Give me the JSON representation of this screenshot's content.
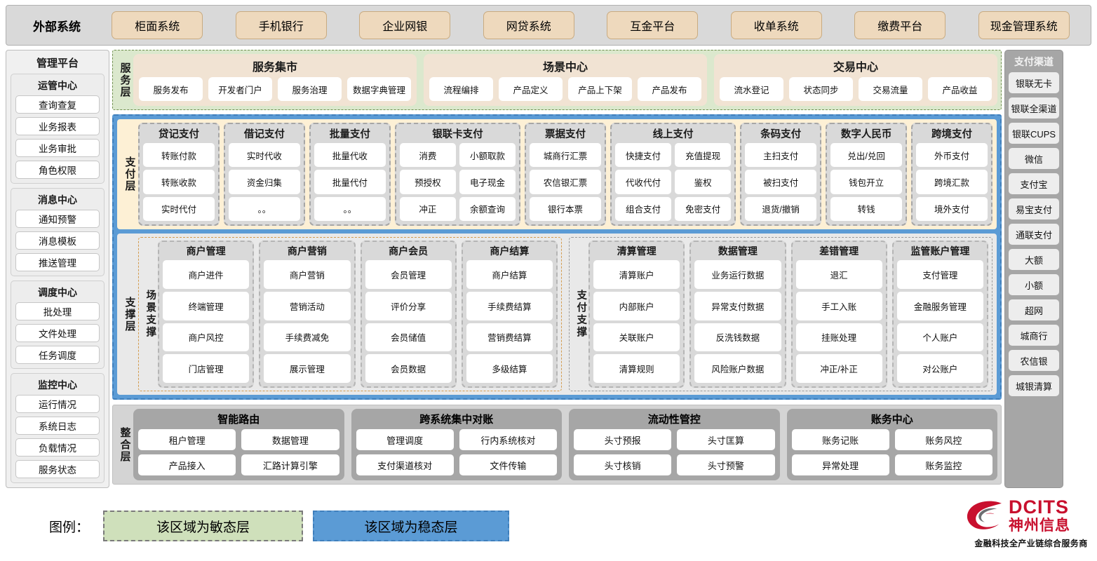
{
  "external": {
    "title": "外部系统",
    "items": [
      "柜面系统",
      "手机银行",
      "企业网银",
      "网贷系统",
      "互金平台",
      "收单系统",
      "缴费平台",
      "现金管理系统"
    ]
  },
  "management": {
    "title": "管理平台",
    "groups": [
      {
        "title": "运管中心",
        "items": [
          "查询查复",
          "业务报表",
          "业务审批",
          "角色权限"
        ]
      },
      {
        "title": "消息中心",
        "items": [
          "通知预警",
          "消息模板",
          "推送管理"
        ]
      },
      {
        "title": "调度中心",
        "items": [
          "批处理",
          "文件处理",
          "任务调度"
        ]
      },
      {
        "title": "监控中心",
        "items": [
          "运行情况",
          "系统日志",
          "负载情况",
          "服务状态"
        ]
      }
    ]
  },
  "channels": {
    "title": "支付渠道",
    "items": [
      "银联无卡",
      "银联全渠道",
      "银联CUPS",
      "微信",
      "支付宝",
      "易宝支付",
      "通联支付",
      "大额",
      "小额",
      "超网",
      "城商行",
      "农信银",
      "城银清算"
    ]
  },
  "service_layer": {
    "label": "服务层",
    "groups": [
      {
        "title": "服务集市",
        "items": [
          "服务发布",
          "开发者门户",
          "服务治理",
          "数据字典管理"
        ]
      },
      {
        "title": "场景中心",
        "items": [
          "流程编排",
          "产品定义",
          "产品上下架",
          "产品发布"
        ]
      },
      {
        "title": "交易中心",
        "items": [
          "流水登记",
          "状态同步",
          "交易流量",
          "产品收益"
        ]
      }
    ]
  },
  "payment_layer": {
    "label": "支付层",
    "groups": [
      {
        "title": "贷记支付",
        "cols": 1,
        "rows": [
          [
            "转账付款"
          ],
          [
            "转账收款"
          ],
          [
            "实时代付"
          ]
        ]
      },
      {
        "title": "借记支付",
        "cols": 1,
        "rows": [
          [
            "实时代收"
          ],
          [
            "资金归集"
          ],
          [
            "。。"
          ]
        ]
      },
      {
        "title": "批量支付",
        "cols": 1,
        "rows": [
          [
            "批量代收"
          ],
          [
            "批量代付"
          ],
          [
            "。。"
          ]
        ]
      },
      {
        "title": "银联卡支付",
        "cols": 2,
        "rows": [
          [
            "消费",
            "小额取款"
          ],
          [
            "预授权",
            "电子现金"
          ],
          [
            "冲正",
            "余额查询"
          ]
        ]
      },
      {
        "title": "票据支付",
        "cols": 1,
        "rows": [
          [
            "城商行汇票"
          ],
          [
            "农信银汇票"
          ],
          [
            "银行本票"
          ]
        ]
      },
      {
        "title": "线上支付",
        "cols": 2,
        "rows": [
          [
            "快捷支付",
            "充值提现"
          ],
          [
            "代收代付",
            "鉴权"
          ],
          [
            "组合支付",
            "免密支付"
          ]
        ]
      },
      {
        "title": "条码支付",
        "cols": 1,
        "rows": [
          [
            "主扫支付"
          ],
          [
            "被扫支付"
          ],
          [
            "退货/撤销"
          ]
        ]
      },
      {
        "title": "数字人民币",
        "cols": 1,
        "rows": [
          [
            "兑出/兑回"
          ],
          [
            "钱包开立"
          ],
          [
            "转钱"
          ]
        ]
      },
      {
        "title": "跨境支付",
        "cols": 1,
        "rows": [
          [
            "外币支付"
          ],
          [
            "跨境汇款"
          ],
          [
            "境外支付"
          ]
        ]
      }
    ]
  },
  "support_layer": {
    "label": "支撑层",
    "panels": [
      {
        "label": "场景支撑",
        "groups": [
          {
            "title": "商户管理",
            "items": [
              "商户进件",
              "终端管理",
              "商户风控",
              "门店管理"
            ]
          },
          {
            "title": "商户营销",
            "items": [
              "商户营销",
              "营销活动",
              "手续费减免",
              "展示管理"
            ]
          },
          {
            "title": "商户会员",
            "items": [
              "会员管理",
              "评价分享",
              "会员储值",
              "会员数据"
            ]
          },
          {
            "title": "商户结算",
            "items": [
              "商户结算",
              "手续费结算",
              "营销费结算",
              "多级结算"
            ]
          }
        ]
      },
      {
        "label": "支付支撑",
        "groups": [
          {
            "title": "清算管理",
            "items": [
              "清算账户",
              "内部账户",
              "关联账户",
              "清算规则"
            ]
          },
          {
            "title": "数据管理",
            "items": [
              "业务运行数据",
              "异常支付数据",
              "反洗钱数据",
              "风险账户数据"
            ]
          },
          {
            "title": "差错管理",
            "items": [
              "退汇",
              "手工入账",
              "挂账处理",
              "冲正/补正"
            ]
          },
          {
            "title": "监管账户管理",
            "items": [
              "支付管理",
              "金融服务管理",
              "个人账户",
              "对公账户"
            ]
          }
        ]
      }
    ]
  },
  "integration_layer": {
    "label": "整合层",
    "groups": [
      {
        "title": "智能路由",
        "rows": [
          [
            "租户管理",
            "数据管理"
          ],
          [
            "产品接入",
            "汇路计算引擎"
          ]
        ]
      },
      {
        "title": "跨系统集中对账",
        "rows": [
          [
            "管理调度",
            "行内系统核对"
          ],
          [
            "支付渠道核对",
            "文件传输"
          ]
        ]
      },
      {
        "title": "流动性管控",
        "rows": [
          [
            "头寸预报",
            "头寸匡算"
          ],
          [
            "头寸核销",
            "头寸预警"
          ]
        ]
      },
      {
        "title": "账务中心",
        "rows": [
          [
            "账务记账",
            "账务风控"
          ],
          [
            "异常处理",
            "账务监控"
          ]
        ]
      }
    ]
  },
  "legend": {
    "label": "图例：",
    "agile": "该区域为敏态层",
    "stable": "该区域为稳态层",
    "agile_color": "#cfe0bb",
    "stable_color": "#5b9bd5"
  },
  "logo": {
    "en": "DCITS",
    "cn": "神州信息",
    "slogan": "金融科技全产业链综合服务商",
    "color": "#c8102e"
  }
}
